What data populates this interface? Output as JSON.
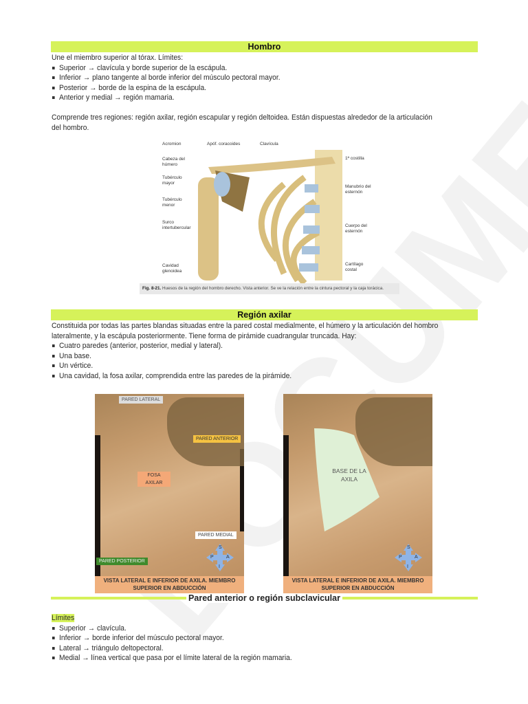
{
  "section1": {
    "title": "Hombro",
    "intro": "Une el miembro superior al tórax. Límites:",
    "bullets": [
      "Superior → clavícula y borde superior de la escápula.",
      "Inferior → plano tangente al borde inferior del músculo pectoral mayor.",
      "Posterior → borde de la espina de la escápula.",
      "Anterior y medial → región mamaria."
    ],
    "paragraph": "Comprende tres regiones: región axilar, región escapular y región deltoidea. Están dispuestas alrededor de la articulación del hombro."
  },
  "figure1": {
    "labels": {
      "acromion": "Acromion",
      "coracoides": "Apóf. coracoides",
      "clavicula": "Clavícula",
      "cabeza": "Cabeza del húmero",
      "tub_mayor": "Tubérculo mayor",
      "tub_menor": "Tubérculo menor",
      "surco": "Surco intertubercular",
      "cavidad": "Cavidad glenoidea",
      "costilla": "1ª costilla",
      "manubrio": "Manubrio del esternón",
      "cuerpo": "Cuerpo del esternón",
      "cartilago": "Cartílago costal"
    },
    "caption_num": "Fig. 8-21.",
    "caption": "Huesos de la región del hombro derecho. Vista anterior. Se ve la relación entre la cintura pectoral y la caja torácica."
  },
  "section2": {
    "title": "Región axilar",
    "paragraph": "Constituida por todas las partes blandas situadas entre la pared costal medialmente, el húmero y la articulación del hombro lateralmente, y la escápula posteriormente. Tiene forma de pirámide cuadrangular truncada. Hay:",
    "bullets": [
      "Cuatro paredes (anterior, posterior, medial y lateral).",
      "Una base.",
      "Un vértice.",
      "Una cavidad, la fosa axilar, comprendida entre las paredes de la pirámide."
    ]
  },
  "photos": {
    "left": {
      "pared_lateral": "PARED LATERAL",
      "pared_anterior": "PARED ANTERIOR",
      "fosa_axilar": "FOSA AXILAR",
      "pared_medial": "PARED MEDIAL",
      "pared_posterior": "PARED POSTERIOR",
      "caption": "VISTA LATERAL E INFERIOR DE AXILA. MIEMBRO SUPERIOR EN ABDUCCIÓN"
    },
    "right": {
      "base": "BASE DE LA AXILA",
      "caption": "VISTA LATERAL E INFERIOR DE AXILA. MIEMBRO SUPERIOR EN ABDUCCIÓN"
    },
    "compass": {
      "s": "S",
      "p": "P",
      "a": "A",
      "i": "I"
    }
  },
  "section3": {
    "title": "Pared anterior o región subclavicular",
    "subtitle": "Límites",
    "bullets": [
      "Superior → clavícula.",
      "Inferior → borde inferior del músculo pectoral mayor.",
      "Lateral → triángulo deltopectoral.",
      "Medial → línea vertical que pasa por el límite lateral de la región mamaria."
    ]
  },
  "colors": {
    "heading_bar": "#d6f25a",
    "photo_caption": "#f0b07d",
    "pared_anterior": "#f5c242",
    "pared_posterior": "#3f8a2c",
    "base_fill": "#dff0d6",
    "cartilage": "#a9c3dc"
  }
}
